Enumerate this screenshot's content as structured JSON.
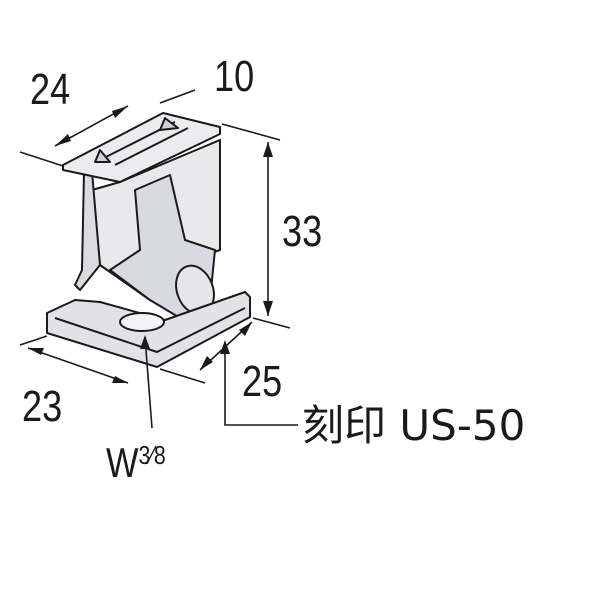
{
  "dimensions": {
    "top_width": "24",
    "top_depth": "10",
    "height": "33",
    "base_width": "23",
    "base_depth": "25"
  },
  "thread": {
    "prefix": "W",
    "size": "3⁄8"
  },
  "stamp": {
    "label": "刻印",
    "code": "US-50"
  },
  "colors": {
    "line": "#1a1a1a",
    "metal": "#e6e6e9",
    "metal_shade": "#d2d3d8"
  }
}
